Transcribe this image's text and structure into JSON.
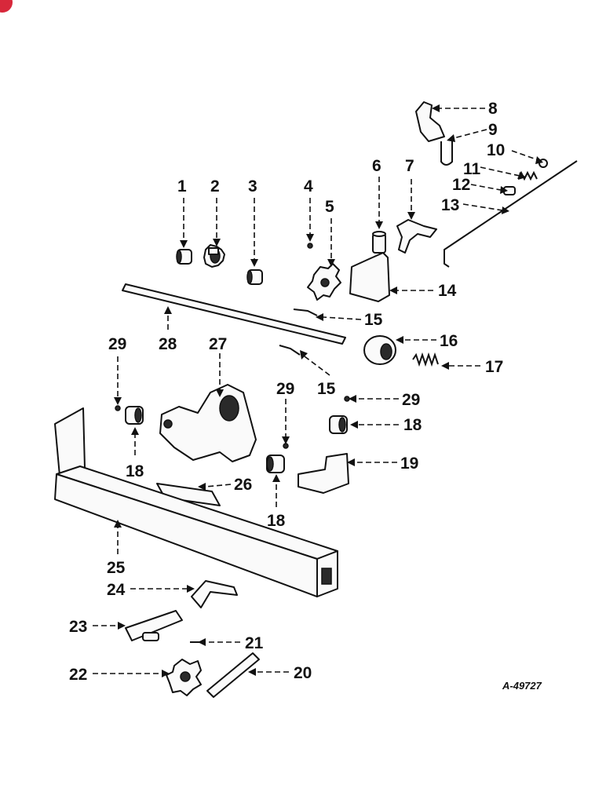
{
  "diagram": {
    "reference_code": "A-49727",
    "callouts": [
      "1",
      "2",
      "3",
      "4",
      "5",
      "6",
      "7",
      "8",
      "9",
      "10",
      "11",
      "12",
      "13",
      "14",
      "15",
      "15",
      "16",
      "17",
      "18",
      "18",
      "18",
      "19",
      "20",
      "21",
      "22",
      "23",
      "24",
      "25",
      "26",
      "27",
      "28",
      "29",
      "29",
      "29"
    ]
  },
  "colors": {
    "ink": "#111111",
    "badge": "#d8283b",
    "background": "#ffffff"
  }
}
